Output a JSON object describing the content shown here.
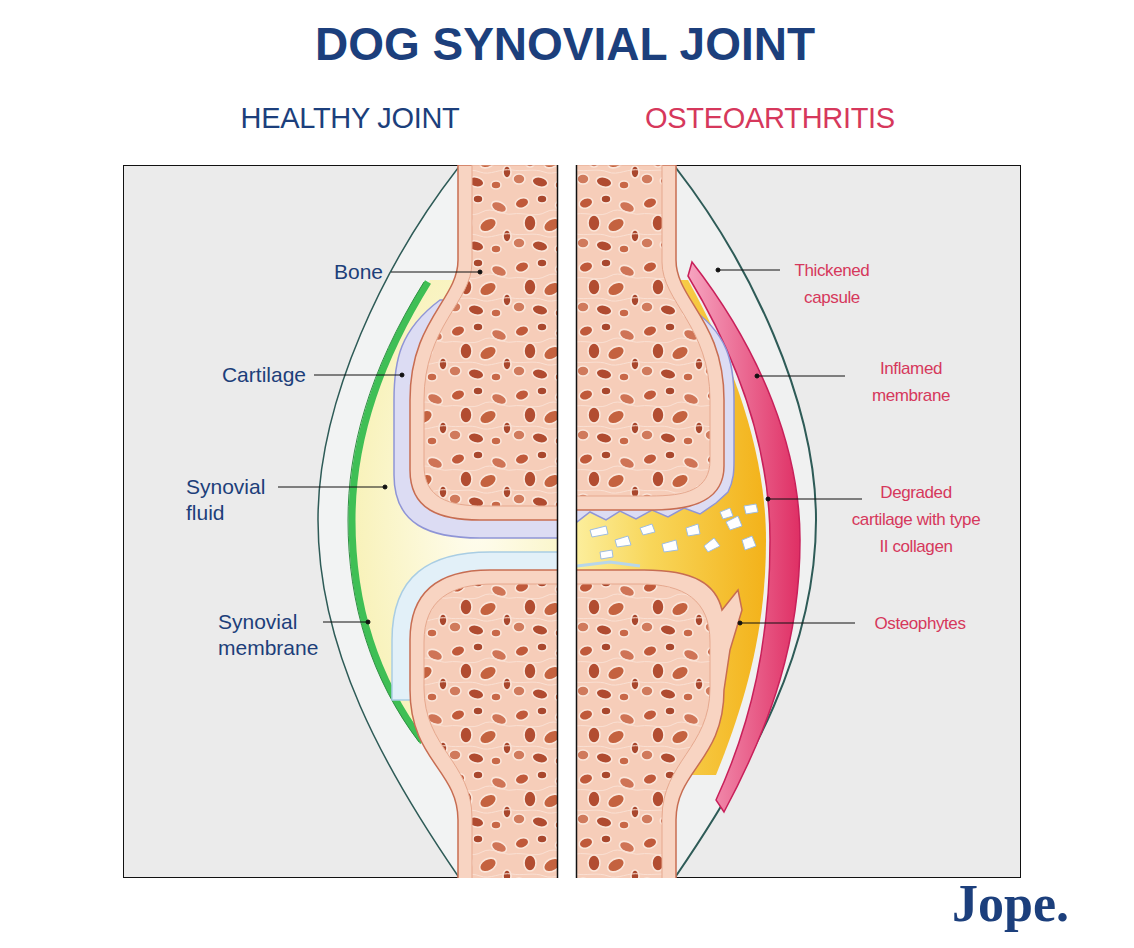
{
  "diagram": {
    "title": "DOG SYNOVIAL JOINT",
    "labels": [
      "HEALTHY JOINT",
      "OSTEOARTHRITIS",
      "Bone",
      "Cartilage",
      "Synovial fluid",
      "Synovial membrane",
      "Thickened capsule",
      "Inflamed membrane",
      "Degraded cartilage with type II collagen",
      "Osteophytes",
      "Jope."
    ]
  }
}
